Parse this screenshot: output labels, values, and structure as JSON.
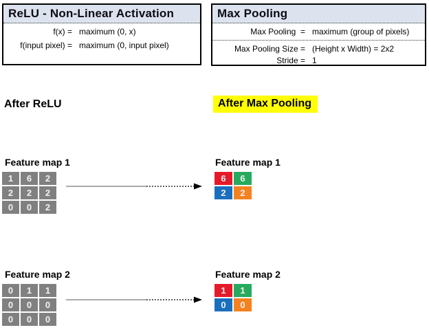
{
  "relu_box": {
    "title": "ReLU - Non-Linear Activation",
    "rows": [
      {
        "lhs": "f(x) =",
        "rhs": "maximum (0, x)"
      },
      {
        "lhs": "f(input pixel) =",
        "rhs": "maximum (0, input pixel)"
      }
    ]
  },
  "maxpool_box": {
    "title": "Max Pooling",
    "definition": {
      "lhs": "Max Pooling  =",
      "rhs": "maximum (group of pixels)"
    },
    "params": [
      {
        "lhs": "Max Pooling Size =",
        "rhs": "(Height x Width) = 2x2"
      },
      {
        "lhs": "Stride =",
        "rhs": "1"
      }
    ]
  },
  "sections": {
    "left_heading": "After ReLU",
    "right_heading": "After Max Pooling"
  },
  "feature_maps": [
    {
      "input_label": "Feature map 1",
      "output_label": "Feature map 1",
      "input_grid": [
        [
          1,
          6,
          2
        ],
        [
          2,
          2,
          2
        ],
        [
          0,
          0,
          2
        ]
      ],
      "output_grid": [
        [
          6,
          6
        ],
        [
          2,
          2
        ]
      ]
    },
    {
      "input_label": "Feature map 2",
      "output_label": "Feature map 2",
      "input_grid": [
        [
          0,
          1,
          1
        ],
        [
          0,
          0,
          0
        ],
        [
          0,
          0,
          0
        ]
      ],
      "output_grid": [
        [
          1,
          1
        ],
        [
          0,
          0
        ]
      ]
    }
  ],
  "colors": {
    "header_bg": "#dce3ee",
    "input_cell_gray": "#808080",
    "highlight_yellow": "#ffff00",
    "pool_cell_colors": [
      [
        "#e51a28",
        "#27aa5d"
      ],
      [
        "#1a6fbd",
        "#f58220"
      ]
    ]
  }
}
